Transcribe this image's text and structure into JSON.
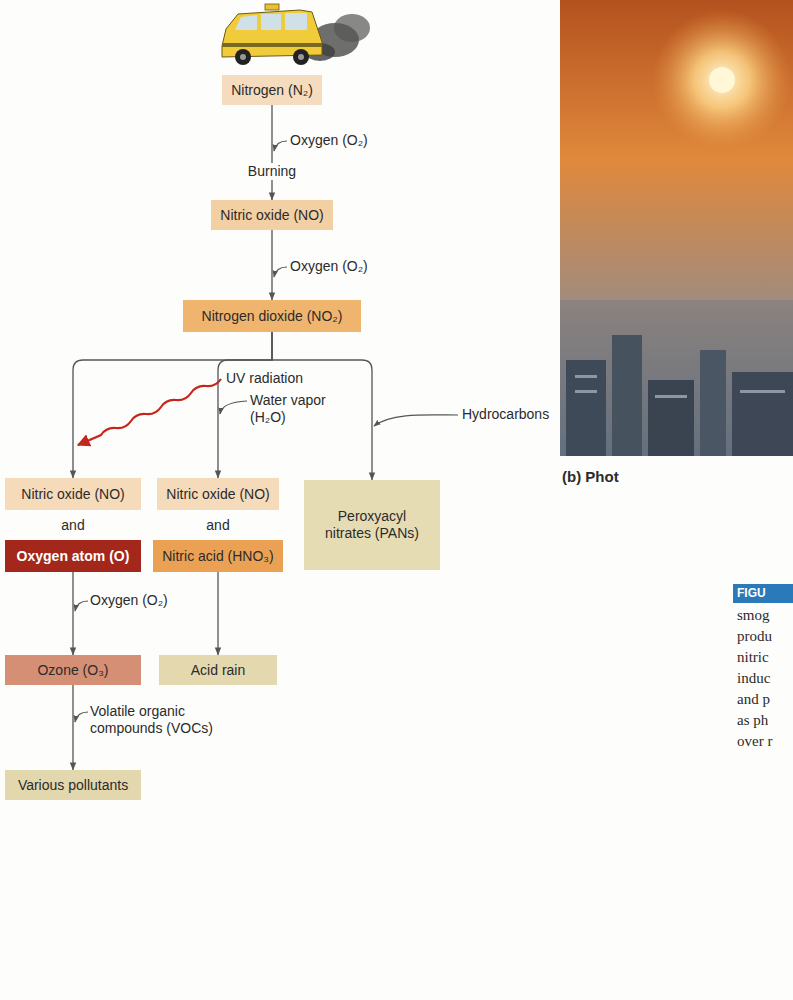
{
  "diagram": {
    "nodes": [
      {
        "text": [
          "Nitrogen (N₂)"
        ]
      },
      {
        "text": [
          "Nitric oxide (NO)"
        ]
      },
      {
        "text": [
          "Nitrogen dioxide (NO₂)"
        ]
      },
      {
        "text": [
          "Nitric oxide (NO)"
        ]
      },
      {
        "text": [
          "Nitric oxide (NO)"
        ]
      },
      {
        "text": [
          "Peroxyacyl nitrates (PANs)"
        ]
      },
      {
        "text": [
          "Oxygen atom (O)"
        ]
      },
      {
        "text": [
          "Nitric acid (HNO₃)"
        ]
      },
      {
        "text": [
          "Ozone (O₃)"
        ]
      },
      {
        "text": [
          "Acid rain"
        ]
      },
      {
        "text": [
          "Various pollutants"
        ]
      }
    ],
    "edges": [
      {
        "from": 0,
        "to": 1,
        "arrow": "to",
        "label": "Oxygen (O₂)"
      },
      {
        "from": 1,
        "to": 2,
        "arrow": "to",
        "label": "Oxygen (O₂)"
      },
      {
        "from": 2,
        "to": 3,
        "arrow": "to",
        "label": "UV radiation"
      },
      {
        "from": 2,
        "to": 4,
        "arrow": "to",
        "label": "Water vapor (H₂O)"
      },
      {
        "from": 2,
        "to": 5,
        "arrow": "to",
        "label": "Hydrocarbons"
      },
      {
        "from": 6,
        "to": 8,
        "arrow": "to",
        "label": "Oxygen (O₂)"
      },
      {
        "from": 7,
        "to": 9,
        "arrow": "to"
      },
      {
        "from": 8,
        "to": 10,
        "arrow": "to",
        "label": "Volatile organic compounds (VOCs)"
      }
    ],
    "labels": [
      "Burning",
      "and",
      "and",
      "(b) Phot",
      "FIGU",
      "smog",
      "produ",
      "nitric",
      "induc",
      "and p",
      "as ph",
      "over r"
    ]
  }
}
